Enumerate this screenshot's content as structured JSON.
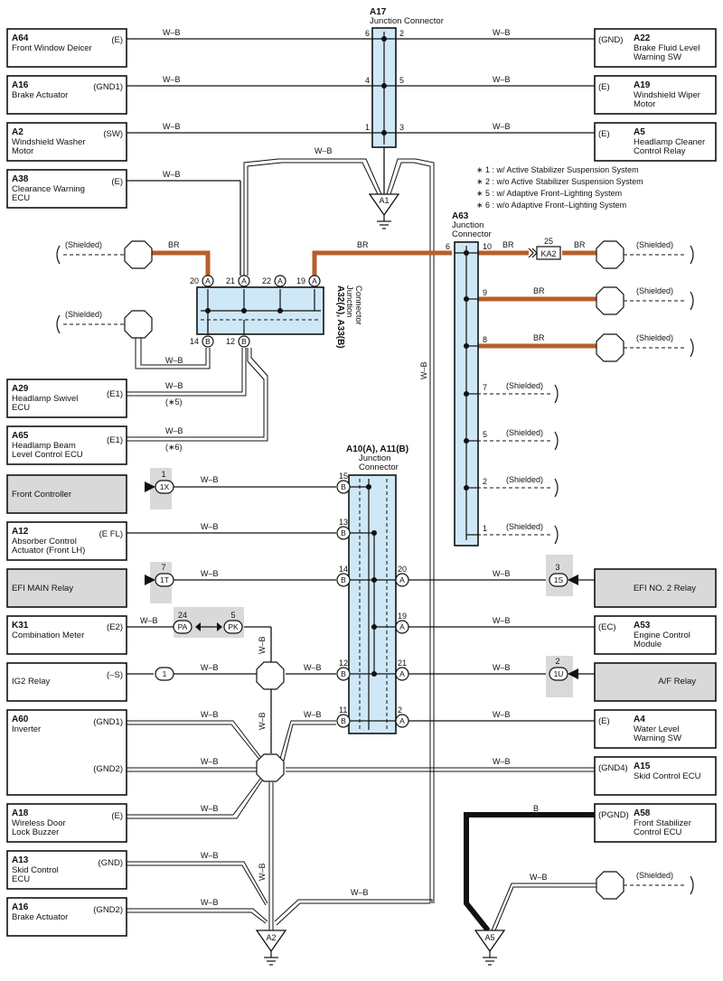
{
  "components": [
    {
      "key": "a64",
      "id": "A64",
      "name": [
        "Front Window Deicer"
      ],
      "pin": "(E)"
    },
    {
      "key": "a16t",
      "id": "A16",
      "name": [
        "Brake Actuator"
      ],
      "pin": "(GND1)"
    },
    {
      "key": "a2",
      "id": "A2",
      "name": [
        "Windshield Washer",
        "Motor"
      ],
      "pin": "(SW)"
    },
    {
      "key": "a38",
      "id": "A38",
      "name": [
        "Clearance Warning",
        "ECU"
      ],
      "pin": "(E)"
    },
    {
      "key": "a29",
      "id": "A29",
      "name": [
        "Headlamp Swivel",
        "ECU"
      ],
      "pin": "(E1)"
    },
    {
      "key": "a65",
      "id": "A65",
      "name": [
        "Headlamp Beam",
        "Level Control ECU"
      ],
      "pin": "(E1)"
    },
    {
      "key": "front_ctrl",
      "id": "",
      "name": [
        "Front Controller"
      ],
      "pin": ""
    },
    {
      "key": "a12",
      "id": "A12",
      "name": [
        "Absorber Control",
        "Actuator (Front LH)"
      ],
      "pin": "(E FL)"
    },
    {
      "key": "efi_main",
      "id": "",
      "name": [
        "EFI MAIN Relay"
      ],
      "pin": ""
    },
    {
      "key": "k31",
      "id": "K31",
      "name": [
        "Combination Meter"
      ],
      "pin": "(E2)"
    },
    {
      "key": "ig2",
      "id": "",
      "name": [
        "IG2 Relay"
      ],
      "pin": "(–S)"
    },
    {
      "key": "a60",
      "id": "A60",
      "name": [
        "Inverter"
      ],
      "pin": "(GND1)",
      "pin2": "(GND2)"
    },
    {
      "key": "a18",
      "id": "A18",
      "name": [
        "Wireless Door",
        "Lock Buzzer"
      ],
      "pin": "(E)"
    },
    {
      "key": "a13",
      "id": "A13",
      "name": [
        "Skid Control",
        "ECU"
      ],
      "pin": "(GND)"
    },
    {
      "key": "a16b",
      "id": "A16",
      "name": [
        "Brake Actuator"
      ],
      "pin": "(GND2)"
    },
    {
      "key": "a22",
      "id": "A22",
      "name": [
        "Brake Fluid Level",
        "Warning SW"
      ],
      "pin": "(GND)"
    },
    {
      "key": "a19",
      "id": "A19",
      "name": [
        "Windshield Wiper",
        "Motor"
      ],
      "pin": "(E)"
    },
    {
      "key": "a5",
      "id": "A5",
      "name": [
        "Headlamp Cleaner",
        "Control Relay"
      ],
      "pin": "(E)"
    },
    {
      "key": "efi2",
      "id": "",
      "name": [
        "EFI NO. 2 Relay"
      ],
      "pin": ""
    },
    {
      "key": "a53",
      "id": "A53",
      "name": [
        "Engine Control",
        "Module"
      ],
      "pin": "(EC)"
    },
    {
      "key": "af",
      "id": "",
      "name": [
        "A/F Relay"
      ],
      "pin": ""
    },
    {
      "key": "a4",
      "id": "A4",
      "name": [
        "Water Level",
        "Warning SW"
      ],
      "pin": "(E)"
    },
    {
      "key": "a15",
      "id": "A15",
      "name": [
        "Skid Control ECU"
      ],
      "pin": "(GND4)"
    },
    {
      "key": "a58",
      "id": "A58",
      "name": [
        "Front Stabilizer",
        "Control ECU"
      ],
      "pin": "(PGND)"
    }
  ],
  "connectors": [
    {
      "key": "a17",
      "id": "A17",
      "name": [
        "Junction Connector"
      ]
    },
    {
      "key": "a32",
      "id": "A32(A), A33(B)",
      "name": [
        "Junction",
        "Connector"
      ]
    },
    {
      "key": "a63",
      "id": "A63",
      "name": [
        "Junction",
        "Connector"
      ]
    },
    {
      "key": "a10",
      "id": "A10(A), A11(B)",
      "name": [
        "Junction",
        "Connector"
      ]
    }
  ],
  "grounds": [
    "A1",
    "A2",
    "A5"
  ],
  "wire_colors": {
    "wb": "W–B",
    "br": "BR",
    "b": "B"
  },
  "shielded": "(Shielded)",
  "pins": {
    "a17": [
      "6",
      "2",
      "4",
      "5",
      "1",
      "3"
    ],
    "a32": [
      "20",
      "21",
      "22",
      "19",
      "14",
      "12"
    ],
    "a63": [
      "6",
      "10",
      "9",
      "8",
      "7",
      "5",
      "2",
      "1"
    ],
    "a10": [
      "15",
      "13",
      "14",
      "20",
      "19",
      "12",
      "21",
      "11",
      "2"
    ]
  },
  "connector_tags": {
    "ka2_num": "25",
    "ka2": "KA2",
    "c1x_num": "1",
    "c1x": "1X",
    "c1t_num": "7",
    "c1t": "1T",
    "pa_num": "24",
    "pa": "PA",
    "pk_num": "5",
    "pk": "PK",
    "ig_pin": "1",
    "c1s_num": "3",
    "c1s": "1S",
    "c1u_num": "2",
    "c1u": "1U",
    "pin_a": "A",
    "pin_b": "B"
  },
  "notes": [
    "∗ 1 : w/ Active Stabilizer Suspension System",
    "∗ 2 : w/o Active Stabilizer Suspension System",
    "∗ 5 : w/ Adaptive Front–Lighting System",
    "∗ 6 : w/o Adaptive Front–Lighting System"
  ],
  "note_refs": {
    "n5": "(∗5)",
    "n6": "(∗6)"
  },
  "colors": {
    "wire_br": "#b85e2c",
    "junction_fill": "#cfe8f8",
    "gray_box": "#d9d9d9"
  }
}
